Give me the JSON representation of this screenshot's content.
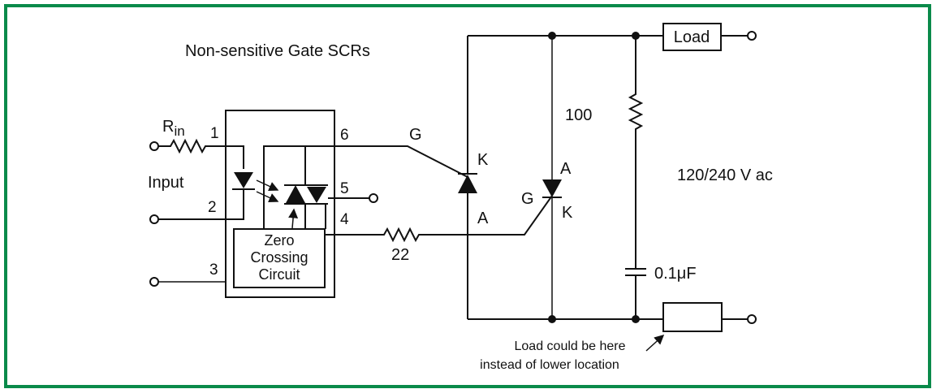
{
  "title": "Non-sensitive Gate SCRs",
  "rin_label": "R",
  "rin_sub": "in",
  "input_label": "Input",
  "pins": {
    "p1": "1",
    "p2": "2",
    "p3": "3",
    "p4": "4",
    "p5": "5",
    "p6": "6"
  },
  "zero_crossing": {
    "line1": "Zero",
    "line2": "Crossing",
    "line3": "Circuit"
  },
  "resistor_22": "22",
  "resistor_100": "100",
  "scr1": {
    "gate": "G",
    "cathode": "K",
    "anode": "A"
  },
  "scr2": {
    "gate": "G",
    "cathode": "K",
    "anode": "A"
  },
  "load_top": "Load",
  "capacitor": "0.1μF",
  "supply": "120/240 V ac",
  "note": {
    "line1": "Load could be here",
    "line2": "instead of lower location"
  },
  "colors": {
    "border": "#0a8a4a",
    "ink": "#111111"
  }
}
